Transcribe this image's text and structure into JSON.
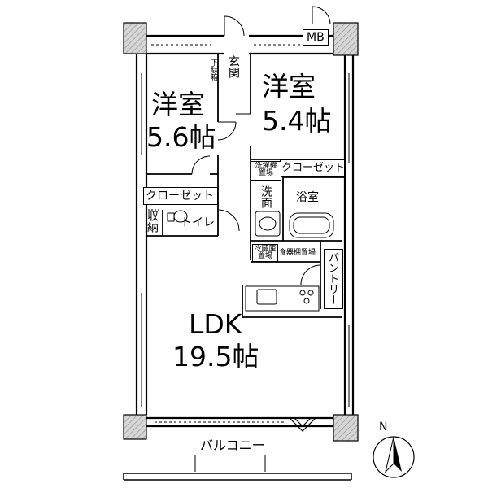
{
  "rooms": {
    "western_room_1": {
      "name": "洋室",
      "size": "5.6帖"
    },
    "western_room_2": {
      "name": "洋室",
      "size": "5.4帖"
    },
    "ldk": {
      "name": "LDK",
      "size": "19.5帖"
    }
  },
  "labels": {
    "entrance": "玄関",
    "shoe_box": "下駄箱",
    "mb": "MB",
    "closet_1": "クローゼット",
    "closet_2": "クローゼット",
    "storage": "収納",
    "toilet": "トイレ",
    "washer_space": "洗濯機置場",
    "washroom": "洗面",
    "bathroom": "浴室",
    "fridge_space": "冷蔵庫置場",
    "cupboard_space": "食器棚置場",
    "pantry": "パントリー",
    "balcony": "バルコニー"
  },
  "compass": {
    "north_label": "N"
  },
  "colors": {
    "line": "#000000",
    "column_fill": "#bdbdbd",
    "background": "#ffffff"
  }
}
